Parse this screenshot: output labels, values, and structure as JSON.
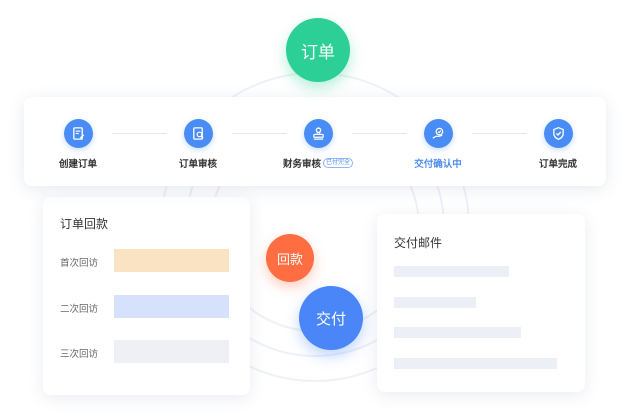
{
  "bubbles": {
    "order": "订单",
    "payment": "回款",
    "delivery": "交付"
  },
  "process": {
    "steps": [
      {
        "label": "创建订单",
        "icon": "document-edit-icon"
      },
      {
        "label": "订单审核",
        "icon": "document-search-icon"
      },
      {
        "label": "财务审核",
        "icon": "stamp-icon",
        "badge": "已付完全"
      },
      {
        "label": "交付确认中",
        "icon": "hand-check-icon",
        "active": true
      },
      {
        "label": "订单完成",
        "icon": "shield-check-icon"
      }
    ]
  },
  "payment_card": {
    "title": "订单回款",
    "visits": [
      {
        "label": "首次回访",
        "color": "#fae3c3"
      },
      {
        "label": "二次回访",
        "color": "#d6e2fb"
      },
      {
        "label": "三次回访",
        "color": "#eef0f6"
      }
    ]
  },
  "delivery_card": {
    "title": "交付邮件"
  },
  "colors": {
    "green": "#2ccf96",
    "blue": "#4a86f8",
    "orange": "#ff6d42",
    "step_blue": "#4a8cf5"
  }
}
